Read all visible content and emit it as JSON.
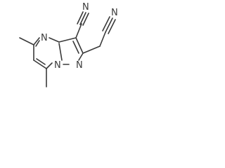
{
  "molecule": {
    "atoms": {
      "n_top_nitrile": "N",
      "n_ring_pyrimidine": "N",
      "n_ring_pyrazole": "N",
      "n_ring_bridge": "N",
      "n_right_nitrile": "N"
    },
    "line_color": "#3a3a3a",
    "background_color": "#ffffff"
  }
}
